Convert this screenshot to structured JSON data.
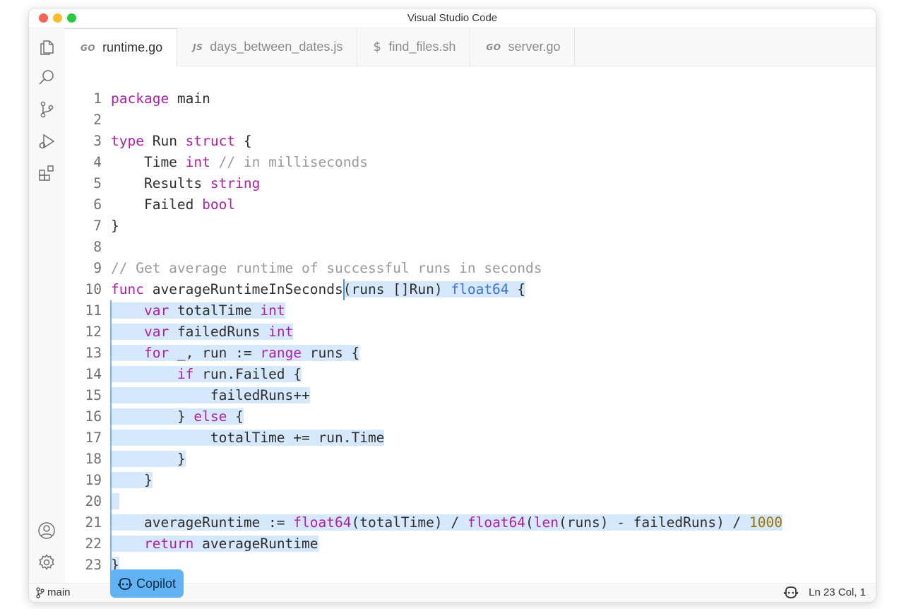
{
  "window": {
    "title": "Visual Studio Code"
  },
  "activity_bar": {
    "items": [
      "explorer-icon",
      "search-icon",
      "source-control-icon",
      "run-debug-icon",
      "extensions-icon"
    ],
    "bottom_items": [
      "account-icon",
      "settings-gear-icon"
    ]
  },
  "tabs": [
    {
      "icon": "go-icon",
      "icon_text": "GO",
      "label": "runtime.go",
      "active": true
    },
    {
      "icon": "js-icon",
      "icon_text": "JS",
      "label": "days_between_dates.js",
      "active": false
    },
    {
      "icon": "shell-icon",
      "icon_text": "$",
      "label": "find_files.sh",
      "active": false
    },
    {
      "icon": "go-icon",
      "icon_text": "GO",
      "label": "server.go",
      "active": false
    }
  ],
  "editor": {
    "language": "go",
    "lines": [
      {
        "num": "1",
        "text": "package main"
      },
      {
        "num": "2",
        "text": ""
      },
      {
        "num": "3",
        "text": "type Run struct {"
      },
      {
        "num": "4",
        "text": "    Time int // in milliseconds"
      },
      {
        "num": "5",
        "text": "    Results string"
      },
      {
        "num": "6",
        "text": "    Failed bool"
      },
      {
        "num": "7",
        "text": "}"
      },
      {
        "num": "8",
        "text": ""
      },
      {
        "num": "9",
        "text": "// Get average runtime of successful runs in seconds"
      },
      {
        "num": "10",
        "text": "func averageRuntimeInSeconds(runs []Run) float64 {"
      },
      {
        "num": "11",
        "text": "    var totalTime int"
      },
      {
        "num": "12",
        "text": "    var failedRuns int"
      },
      {
        "num": "13",
        "text": "    for _, run := range runs {"
      },
      {
        "num": "14",
        "text": "        if run.Failed {"
      },
      {
        "num": "15",
        "text": "            failedRuns++"
      },
      {
        "num": "16",
        "text": "        } else {"
      },
      {
        "num": "17",
        "text": "            totalTime += run.Time"
      },
      {
        "num": "18",
        "text": "        }"
      },
      {
        "num": "19",
        "text": "    }"
      },
      {
        "num": "20",
        "text": ""
      },
      {
        "num": "21",
        "text": "    averageRuntime := float64(totalTime) / float64(len(runs) - failedRuns) / 1000"
      },
      {
        "num": "22",
        "text": "    return averageRuntime"
      },
      {
        "num": "23",
        "text": "}"
      }
    ],
    "suggestion_first_line": 10,
    "suggestion_last_line": 23
  },
  "copilot_badge": {
    "label": "Copilot",
    "icon": "copilot-icon"
  },
  "status_bar": {
    "branch": "main",
    "branch_icon": "git-branch-icon",
    "copilot_icon": "copilot-icon",
    "cursor_position": "Ln 23 Col, 1"
  },
  "colors": {
    "keyword": "#b01fa8",
    "function": "#3a74d0",
    "comment": "#9a9a9a",
    "number": "#9a7200",
    "suggestion_highlight": "#d6e8fb",
    "copilot_badge": "#62b3f4"
  }
}
